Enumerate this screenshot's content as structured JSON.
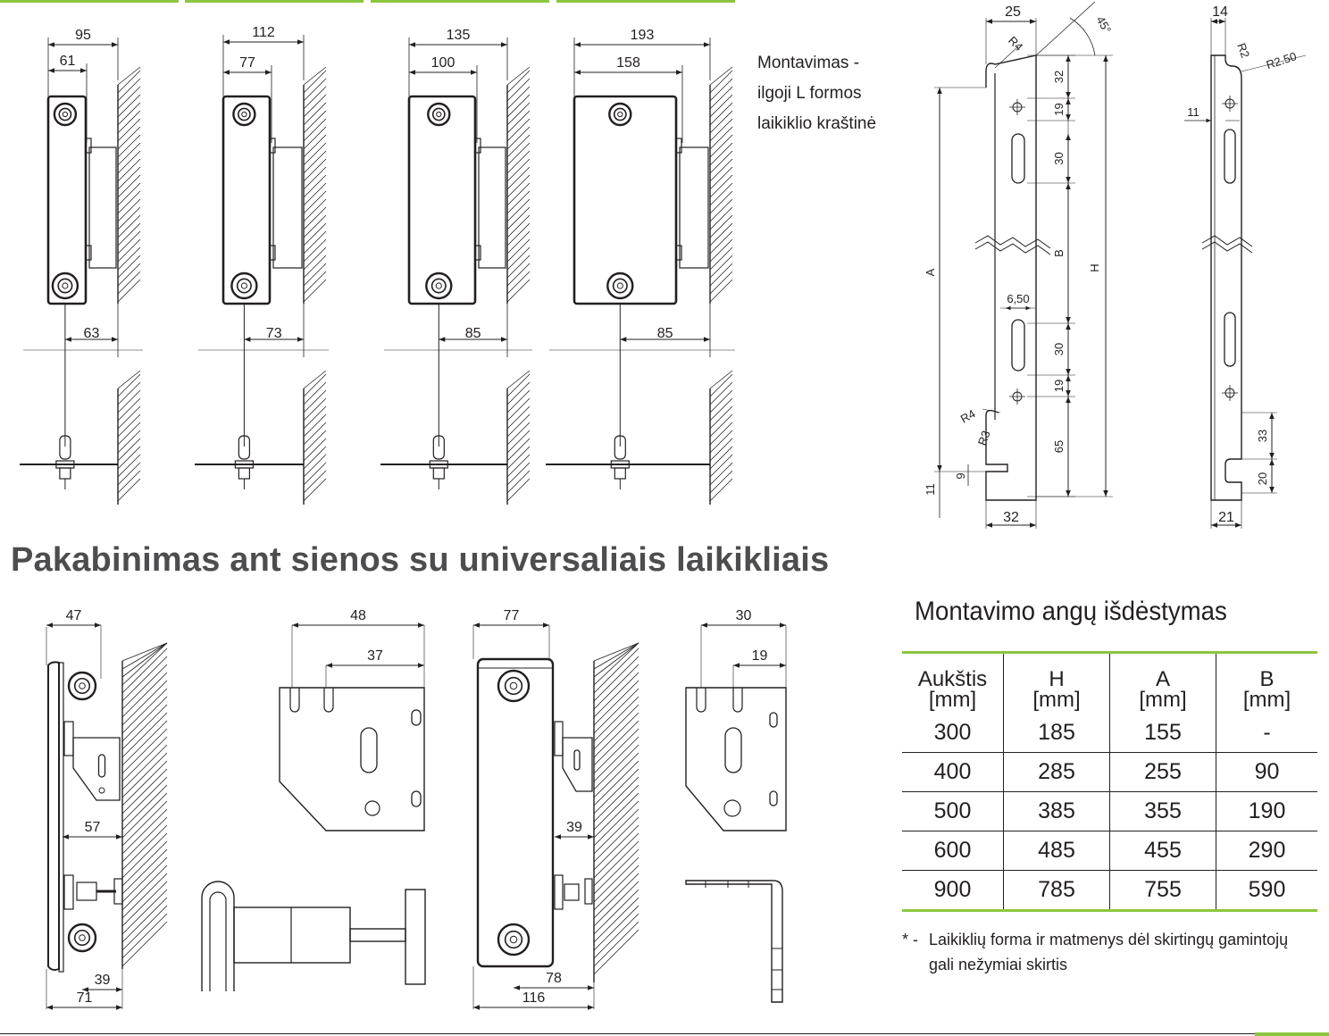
{
  "colors": {
    "accent_green": "#8cc63f",
    "line": "#231f20",
    "heading_gray": "#4d4d4f"
  },
  "top_section": {
    "radiator_types": [
      {
        "name": "type-1",
        "depth_total": "95",
        "depth_inner": "61",
        "wall_offset": "63"
      },
      {
        "name": "type-2",
        "depth_total": "112",
        "depth_inner": "77",
        "wall_offset": "73"
      },
      {
        "name": "type-3",
        "depth_total": "135",
        "depth_inner": "100",
        "wall_offset": "85"
      },
      {
        "name": "type-4",
        "depth_total": "193",
        "depth_inner": "158",
        "wall_offset": "85"
      }
    ],
    "note_lines": [
      "Montavimas -",
      "ilgoji L formos",
      "laikiklio kraštinė"
    ]
  },
  "bracket_long": {
    "dims": {
      "top_width": "25",
      "angle": "45°",
      "radius_top": "R4",
      "d32": "32",
      "d19a": "19",
      "d30a": "30",
      "B": "B",
      "H": "H",
      "A": "A",
      "d650": "6,50",
      "d30b": "30",
      "d19b": "19",
      "R4b": "R4",
      "R3": "R3",
      "d65": "65",
      "d9": "9",
      "d11": "11",
      "bottom_width": "32"
    }
  },
  "bracket_side": {
    "dims": {
      "top_width": "14",
      "R2": "R2",
      "R250": "R2.50",
      "d11": "11",
      "d33": "33",
      "d20": "20",
      "bottom_width": "21"
    }
  },
  "section_title": "Pakabinimas ant sienos su universaliais laikikliais",
  "bottom_section": {
    "dims": {
      "v1_47": "47",
      "v1_57": "57",
      "v1_39": "39",
      "v1_71": "71",
      "b1_48": "48",
      "b1_37": "37",
      "v2_77": "77",
      "v2_39": "39",
      "v2_78": "78",
      "v2_116": "116",
      "b2_30": "30",
      "b2_19": "19"
    }
  },
  "table": {
    "title": "Montavimo angų išdėstymas",
    "headers": [
      {
        "l1": "Aukštis",
        "l2": "[mm]"
      },
      {
        "l1": "H",
        "l2": "[mm]"
      },
      {
        "l1": "A",
        "l2": "[mm]"
      },
      {
        "l1": "B",
        "l2": "[mm]"
      }
    ],
    "rows": [
      [
        "300",
        "185",
        "155",
        "-"
      ],
      [
        "400",
        "285",
        "255",
        "90"
      ],
      [
        "500",
        "385",
        "355",
        "190"
      ],
      [
        "600",
        "485",
        "455",
        "290"
      ],
      [
        "900",
        "785",
        "755",
        "590"
      ]
    ]
  },
  "footnote": {
    "star": "* -",
    "text": "Laikiklių forma ir matmenys dėl skirtingų gamintojų gali nežymiai skirtis"
  }
}
